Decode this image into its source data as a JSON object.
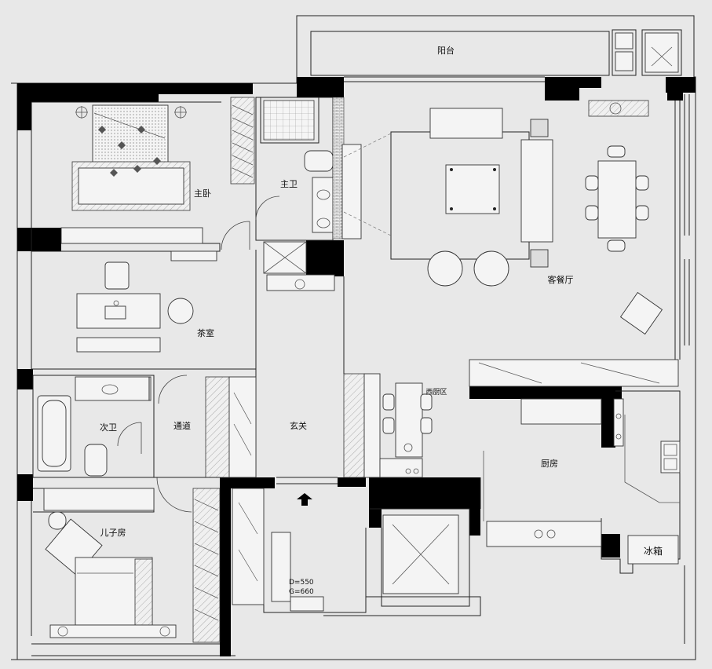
{
  "rooms": {
    "balcony": "阳台",
    "master_bedroom": "主卧",
    "master_bath": "主卫",
    "living_dining": "客餐厅",
    "tea_room": "茶室",
    "second_bath": "次卫",
    "corridor": "通道",
    "foyer": "玄关",
    "western_kitchen": "西厨区",
    "kitchen": "厨房",
    "fridge": "冰箱",
    "sons_room": "儿子房"
  },
  "dimensions": {
    "depth": "D=550",
    "height": "G=660"
  },
  "icons": {
    "entry_arrow": "entry-arrow-icon"
  }
}
